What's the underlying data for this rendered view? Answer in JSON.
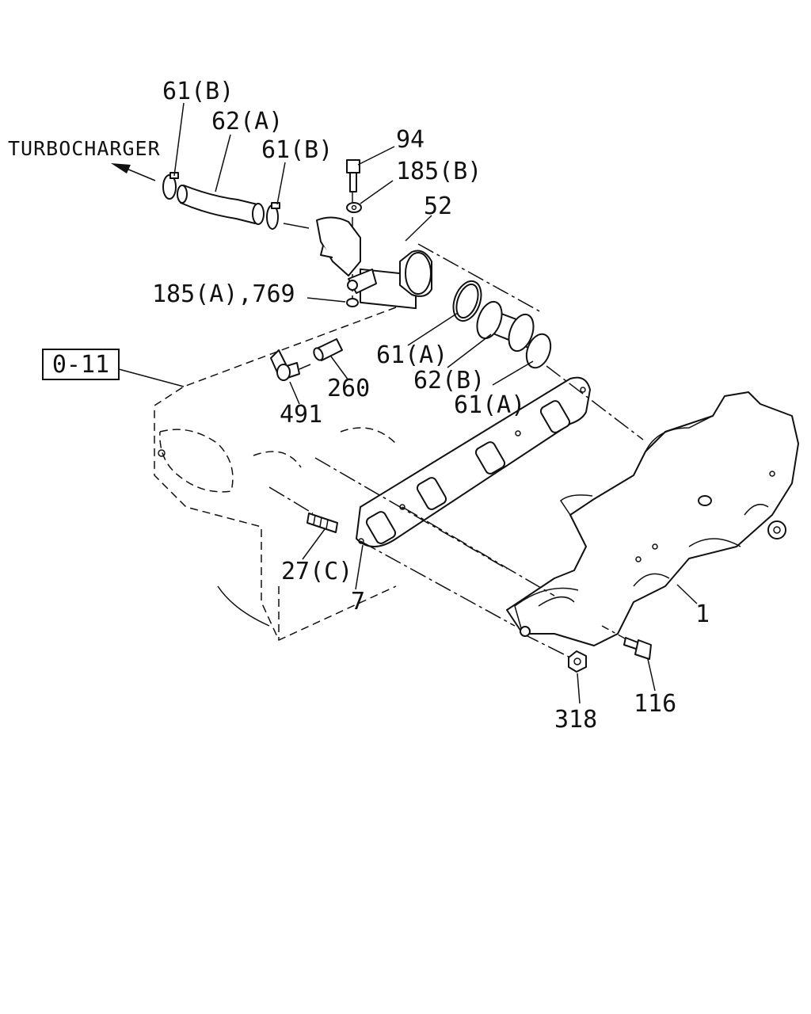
{
  "diagram": {
    "direction_label": "TURBOCHARGER",
    "reference_box": "0-11",
    "callouts": {
      "c61b_left": "61(B)",
      "c62a": "62(A)",
      "c61b_right": "61(B)",
      "c94": "94",
      "c185b": "185(B)",
      "c52": "52",
      "c185a_769": "185(A),769",
      "c61a_upper": "61(A)",
      "c62b": "62(B)",
      "c61a_lower": "61(A)",
      "c260": "260",
      "c491": "491",
      "c27c": "27(C)",
      "c7": "7",
      "c1": "1",
      "c318": "318",
      "c116": "116"
    }
  }
}
